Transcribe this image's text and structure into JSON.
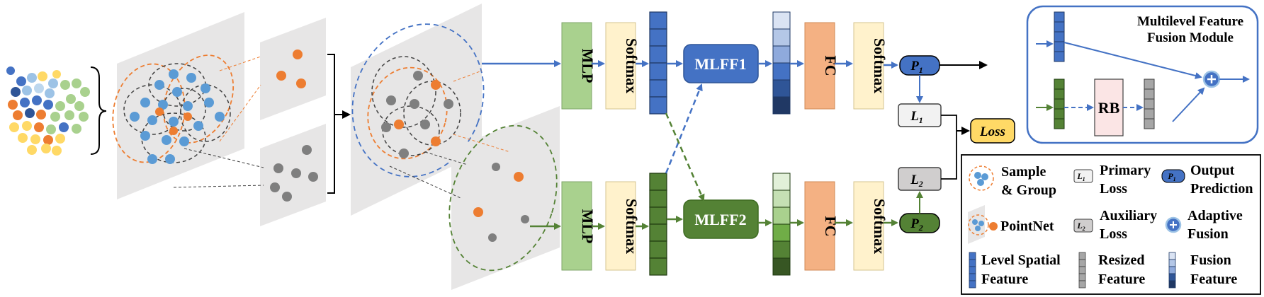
{
  "blocks": {
    "mlp_top": "MLP",
    "mlp_bottom": "MLP",
    "softmax1_top": "Softmax",
    "softmax1_bottom": "Softmax",
    "mlff1": "MLFF1",
    "mlff2": "MLFF2",
    "fc_top": "FC",
    "fc_bottom": "FC",
    "softmax2_top": "Softmax",
    "softmax2_bottom": "Softmax",
    "p1": "P",
    "p1_sub": "1",
    "p2": "P",
    "p2_sub": "2",
    "l1": "L",
    "l1_sub": "1",
    "l2": "L",
    "l2_sub": "2",
    "loss": "Loss"
  },
  "module": {
    "title_line1": "Multilevel Feature",
    "title_line2": "Fusion Module",
    "rb": "RB"
  },
  "legend": {
    "sample_group_1": "Sample",
    "sample_group_2": "& Group",
    "primary_loss_1": "Primary",
    "primary_loss_2": "Loss",
    "output_pred_1": "Output",
    "output_pred_2": "Prediction",
    "pointnet": "PointNet",
    "aux_loss_1": "Auxiliary",
    "aux_loss_2": "Loss",
    "adaptive_1": "Adaptive",
    "adaptive_2": "Fusion",
    "level_spatial_1": "Level Spatial",
    "level_spatial_2": "Feature",
    "resized_1": "Resized",
    "resized_2": "Feature",
    "fusion_feat_1": "Fusion",
    "fusion_feat_2": "Feature",
    "icon_l1": "L",
    "icon_l1_sub": "1",
    "icon_l2": "L",
    "icon_l2_sub": "2",
    "icon_p1": "P",
    "icon_p1_sub": "1"
  },
  "colors": {
    "blue": "#4472c4",
    "blue_dark": "#2f5597",
    "green": "#548235",
    "green_dark": "#3e6b23",
    "mlp": "#a9d18e",
    "softmax": "#fff2cc",
    "fc": "#f4b183",
    "loss": "#ffd966",
    "rb": "#fbe5e5",
    "gray_plane": "#e7e6e6",
    "orange": "#ed7d31",
    "gray_dot": "#7f7f7f"
  }
}
